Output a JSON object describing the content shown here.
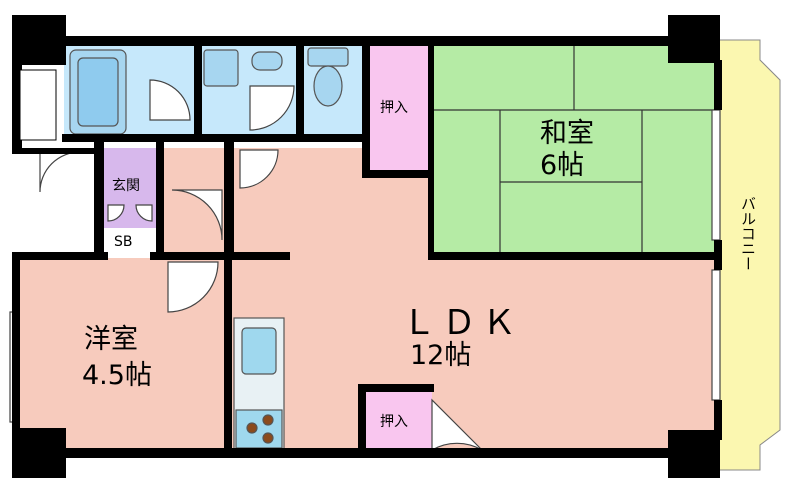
{
  "rooms": {
    "washitsu": {
      "name": "和室",
      "size": "6帖"
    },
    "yoshitsu": {
      "name": "洋室",
      "size": "4.5帖"
    },
    "ldk": {
      "name": "ＬＤＫ",
      "size": "12帖"
    },
    "genkan": {
      "name": "玄関"
    },
    "shoe_box": {
      "name": "SB"
    },
    "closet_top": {
      "name": "押入"
    },
    "closet_bottom": {
      "name": "押入"
    },
    "balcony": {
      "name": "バルコニー"
    }
  },
  "colors": {
    "ldk": "#f7cbbd",
    "washitsu": "#b5eba5",
    "closet": "#f9c6ef",
    "bath": "#c6e8fb",
    "genkan": "#d7b8ec",
    "balcony": "#fbf7b0",
    "kitchen": "#9fd8ee",
    "wall": "#000000"
  }
}
